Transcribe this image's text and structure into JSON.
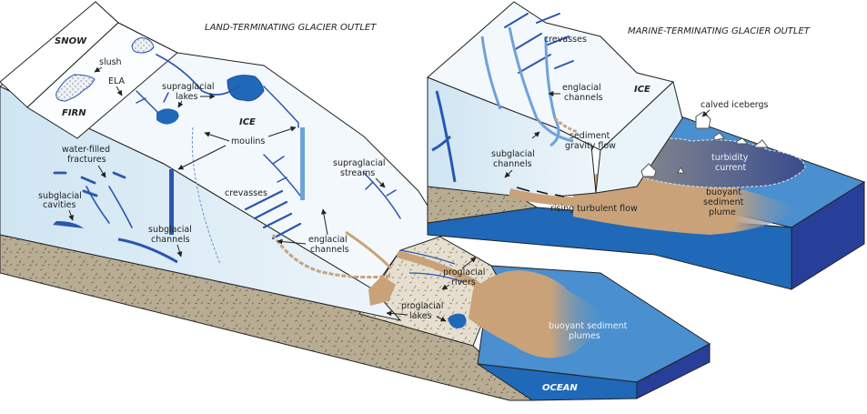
{
  "titles": {
    "land": "LAND-TERMINATING GLACIER OUTLET",
    "marine": "MARINE-TERMINATING GLACIER OUTLET"
  },
  "land_labels": {
    "snow": "SNOW",
    "firn": "FIRN",
    "ice": "ICE",
    "ocean": "OCEAN",
    "slush": "slush",
    "ela": "ELA",
    "supraglacial_lakes_1": "supraglacial",
    "supraglacial_lakes_2": "lakes",
    "moulins": "moulins",
    "water_filled_1": "water-filled",
    "water_filled_2": "fractures",
    "subglacial_cavities_1": "subglacial",
    "subglacial_cavities_2": "cavities",
    "subglacial_channels_1": "subglacial",
    "subglacial_channels_2": "channels",
    "crevasses": "crevasses",
    "englacial_1": "englacial",
    "englacial_2": "channels",
    "supraglacial_streams_1": "supraglacial",
    "supraglacial_streams_2": "streams",
    "proglacial_rivers_1": "proglacial",
    "proglacial_rivers_2": "rivers",
    "proglacial_lakes_1": "proglacial",
    "proglacial_lakes_2": "lakes",
    "plumes_1": "buoyant sediment",
    "plumes_2": "plumes"
  },
  "marine_labels": {
    "ice": "ICE",
    "crevasses": "crevasses",
    "englacial_1": "englacial",
    "englacial_2": "channels",
    "calved_icebergs": "calved icebergs",
    "sediment_gravity_1": "sediment",
    "sediment_gravity_2": "gravity flow",
    "subglacial_channels_1": "subglacial",
    "subglacial_channels_2": "channels",
    "turbidity_1": "turbidity",
    "turbidity_2": "current",
    "rising_turbulent": "rising turbulent flow",
    "plume_1": "buoyant",
    "plume_2": "sediment",
    "plume_3": "plume"
  },
  "colors": {
    "ice_light": "#e9f3fa",
    "ice_face": "#cde3f0",
    "water": "#2a56b0",
    "ocean_top": "#4a8fcf",
    "ocean_side": "#1f69b8",
    "ocean_end": "#283f9a",
    "sediment": "#c9a27a",
    "bedrock": "#b8ac93",
    "outwash": "#e6dfcf"
  }
}
